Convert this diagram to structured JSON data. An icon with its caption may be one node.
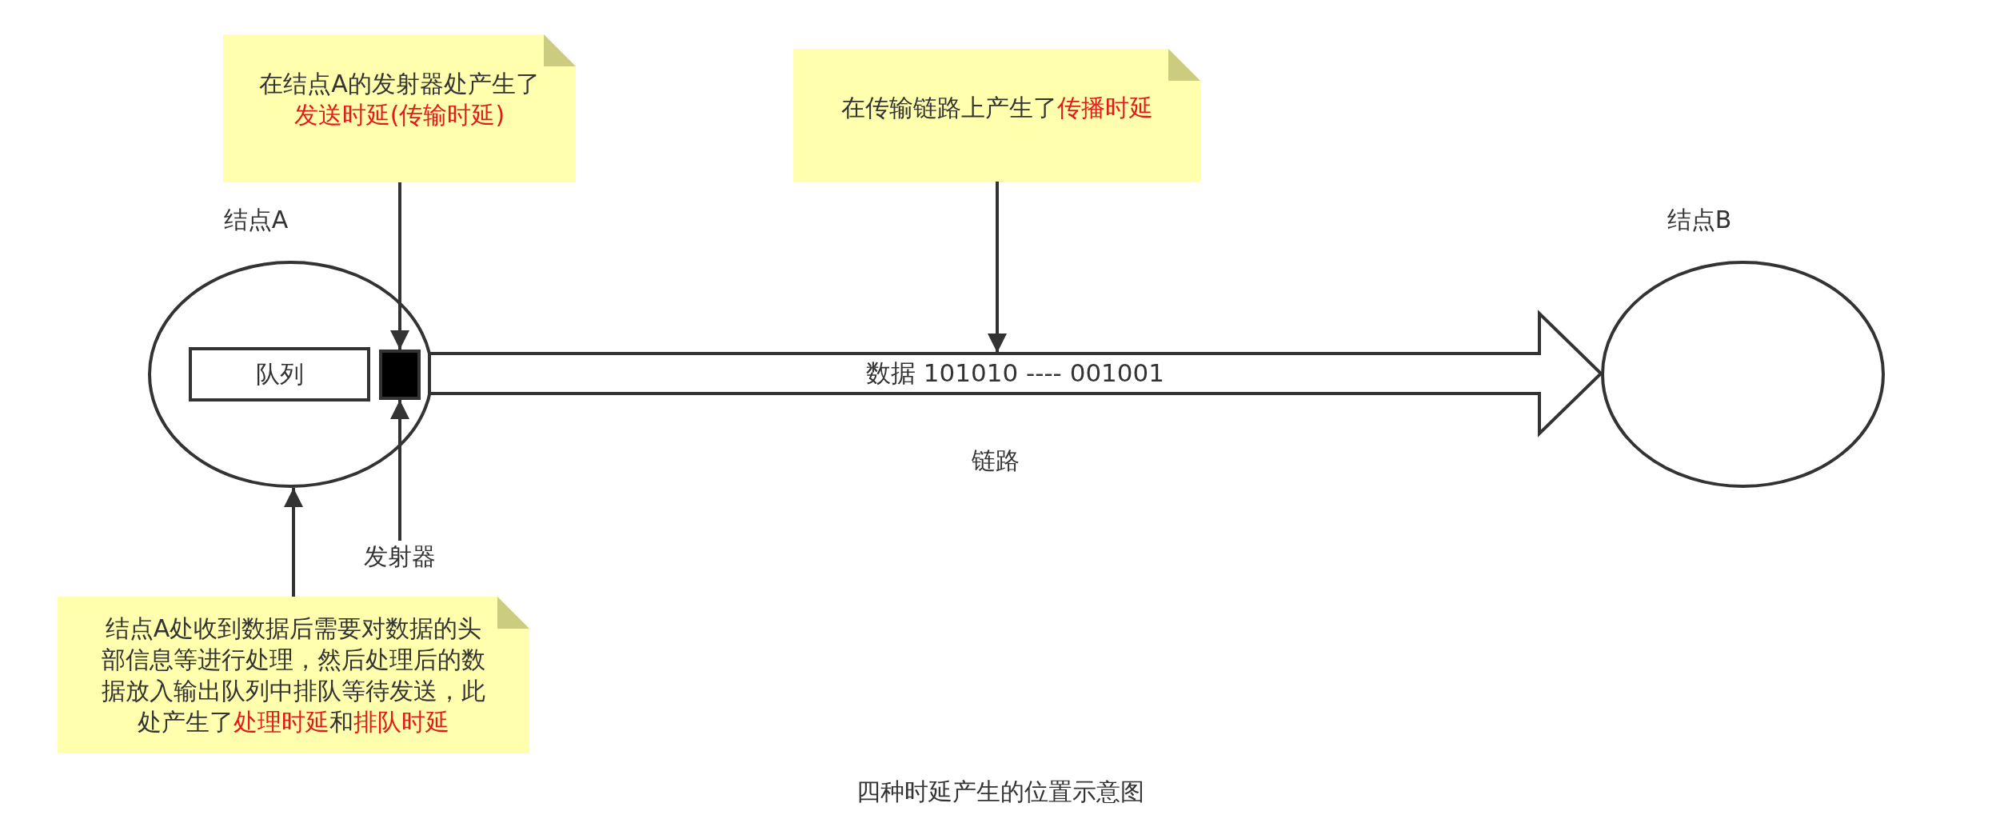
{
  "diagram": {
    "caption": "四种时延产生的位置示意图",
    "nodes": [
      {
        "text": [
          "在结点A的发射器处产生了**发送时延(传输时延)**"
        ]
      },
      {
        "text": [
          "在传输链路上产生了**传播时延**"
        ]
      },
      {
        "text": [
          "结点A"
        ]
      },
      {
        "text": [
          "队列"
        ],
        "in": 2
      },
      {
        "text": [],
        "shape": "box",
        "in": 2
      },
      {
        "text": [
          "结点B"
        ]
      },
      {
        "text": [
          "发射器"
        ]
      },
      {
        "text": [
          "结点A处收到数据后需要对数据的头部信息等进行处理，然后处理后的数据放入输出队列中排队等待发送，此处产生了**处理时延**和**排队时延**"
        ]
      }
    ],
    "edges": [
      {
        "from": 0,
        "to": 4,
        "arrow": "to"
      },
      {
        "from": 1,
        "to": null,
        "arrow": "to"
      },
      {
        "from": 6,
        "to": 4,
        "arrow": "to"
      },
      {
        "from": 7,
        "to": 2,
        "arrow": "to"
      },
      {
        "from": 4,
        "to": 5,
        "arrow": "to",
        "label": "数据 101010 ---- 001001",
        "style": "thick"
      }
    ],
    "labels": [
      "链路"
    ]
  }
}
